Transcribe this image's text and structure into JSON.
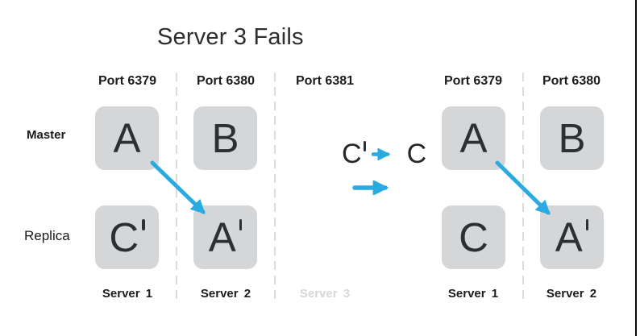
{
  "title": "Server 3 Fails",
  "row_labels": {
    "master": "Master",
    "replica": "Replica"
  },
  "left_diagram": {
    "ports": [
      "Port 6379",
      "Port 6380",
      "Port 6381"
    ],
    "masters": [
      {
        "letter": "A",
        "prime": false
      },
      {
        "letter": "B",
        "prime": false
      }
    ],
    "replicas": [
      {
        "letter": "C",
        "prime": true
      },
      {
        "letter": "A",
        "prime": true
      }
    ],
    "servers": [
      {
        "label": "Server 1",
        "muted": false
      },
      {
        "label": "Server 2",
        "muted": false
      },
      {
        "label": "Server 3",
        "muted": true
      }
    ]
  },
  "transition": {
    "from": {
      "letter": "C",
      "prime": true
    },
    "to": {
      "letter": "C",
      "prime": false
    }
  },
  "right_diagram": {
    "ports": [
      "Port 6379",
      "Port 6380"
    ],
    "masters": [
      {
        "letter": "A",
        "prime": false
      },
      {
        "letter": "B",
        "prime": false
      }
    ],
    "replicas": [
      {
        "letter": "C",
        "prime": false
      },
      {
        "letter": "A",
        "prime": true
      }
    ],
    "servers": [
      {
        "label": "Server 1",
        "muted": false
      },
      {
        "label": "Server 2",
        "muted": false
      }
    ]
  },
  "icons": {
    "left_replication_arrow": "diagonal-arrow",
    "right_replication_arrow": "diagonal-arrow",
    "promotion_small_arrow": "right-arrow",
    "promotion_big_arrow": "right-arrow"
  },
  "colors": {
    "accent_blue": "#29abe2",
    "node_fill": "#d5d6d8",
    "text_dark": "#2d2f31",
    "muted_grey": "#d6d7da",
    "dash_grey": "#dcdcdc"
  }
}
